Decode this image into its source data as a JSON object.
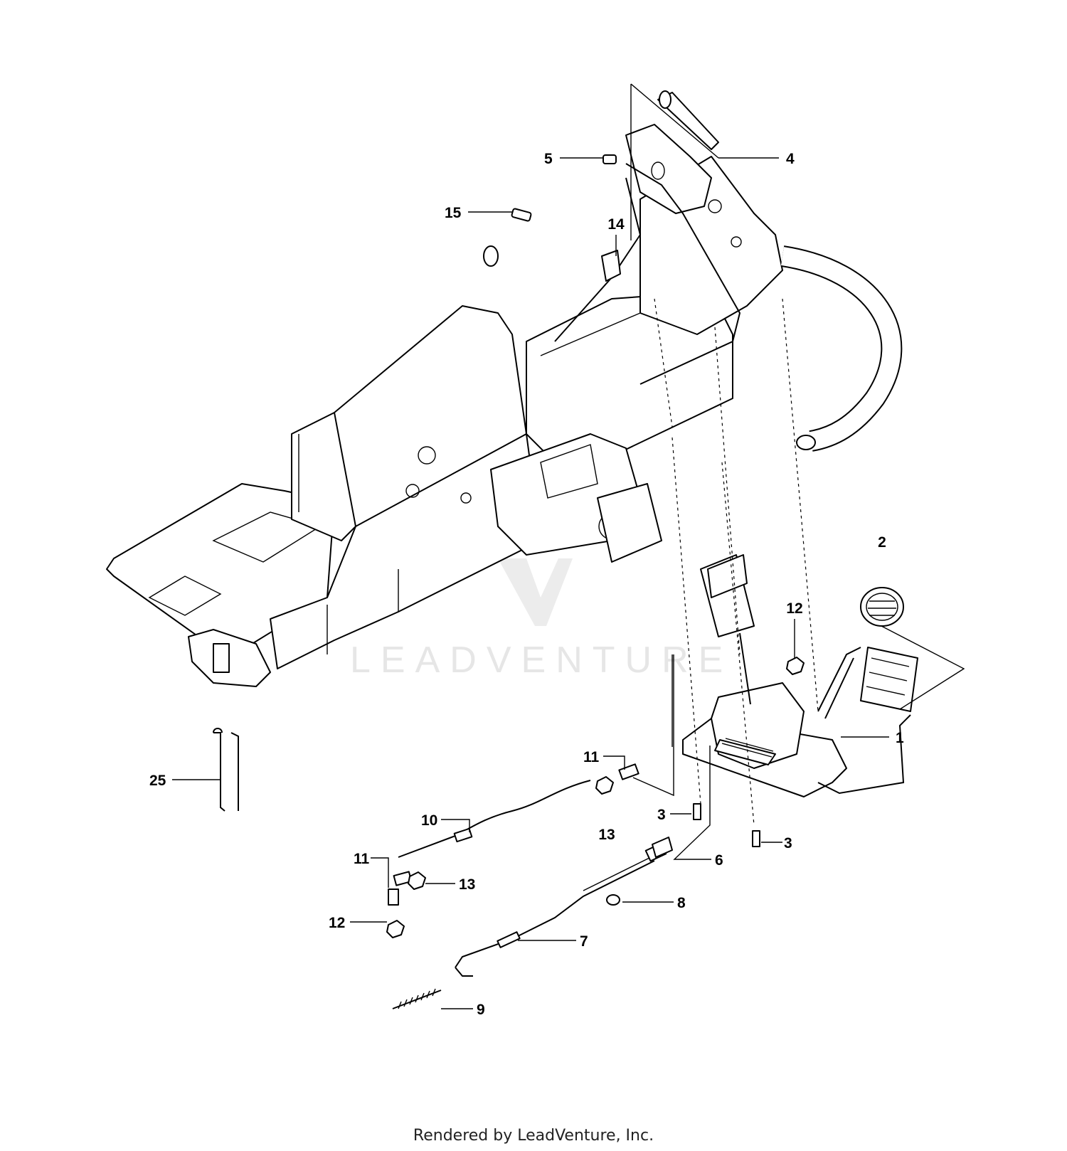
{
  "watermark": {
    "text": "LEADVENTURE"
  },
  "footer": {
    "text": "Rendered by LeadVenture, Inc."
  },
  "callouts": [
    {
      "id": "c1",
      "label": "1"
    },
    {
      "id": "c2",
      "label": "2"
    },
    {
      "id": "c3a",
      "label": "3"
    },
    {
      "id": "c3b",
      "label": "3"
    },
    {
      "id": "c4",
      "label": "4"
    },
    {
      "id": "c5",
      "label": "5"
    },
    {
      "id": "c6",
      "label": "6"
    },
    {
      "id": "c7",
      "label": "7"
    },
    {
      "id": "c8",
      "label": "8"
    },
    {
      "id": "c9",
      "label": "9"
    },
    {
      "id": "c10",
      "label": "10"
    },
    {
      "id": "c11a",
      "label": "11"
    },
    {
      "id": "c11b",
      "label": "11"
    },
    {
      "id": "c12a",
      "label": "12"
    },
    {
      "id": "c12b",
      "label": "12"
    },
    {
      "id": "c13a",
      "label": "13"
    },
    {
      "id": "c13b",
      "label": "13"
    },
    {
      "id": "c14",
      "label": "14"
    },
    {
      "id": "c15",
      "label": "15"
    },
    {
      "id": "c25",
      "label": "25"
    }
  ]
}
